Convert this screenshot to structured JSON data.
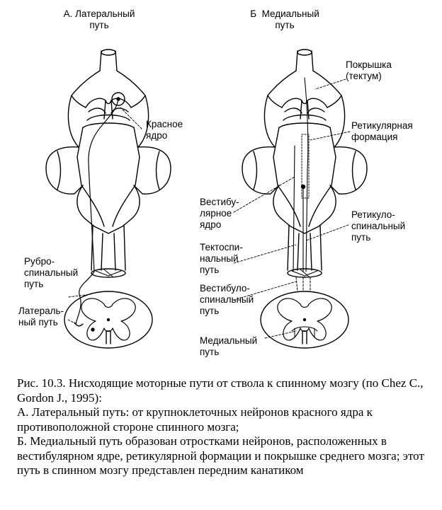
{
  "panel_a": {
    "title": "А. Латеральный\nпуть",
    "label_red_nucleus": "Красное\nядро",
    "label_rubrospinal": "Рубро-\nспинальный\nпуть",
    "label_lateral_path": "Латераль-\nный путь"
  },
  "panel_b": {
    "title": "Б  Медиальный\nпуть",
    "label_tectum": "Покрышка\n(тектум)",
    "label_reticular": "Ретикулярная\nформация",
    "label_vestibular_nucleus": "Вестибу-\nлярное\nядро",
    "label_reticulospinal": "Ретикуло-\nспинальный\nпуть",
    "label_tectospinal": "Тектоспи-\nнальный\nпуть",
    "label_vestibulospinal": "Вестибуло-\nспинальный\nпуть",
    "label_medial_path": "Медиальный\nпуть"
  },
  "caption": {
    "title": "Рис. 10.3.  Нисходящие моторные пути от ствола к спинному мозгу (по Chez C., Gordon J., 1995):",
    "item_a": "А. Латеральный путь: от крупноклеточных нейронов красного ядра к противоположной стороне спинного мозга;",
    "item_b": "Б. Медиальный путь образован  отростками нейронов, расположенных в вестибулярном ядре, ретикулярной формации и покрышке среднего мозга; этот путь в спинном мозгу представлен передним канатиком"
  }
}
